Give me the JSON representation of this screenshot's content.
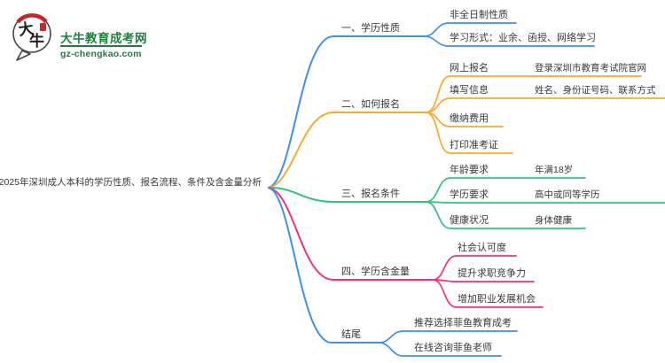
{
  "brand": {
    "name": "大牛教育成考网",
    "domain": "gz-chengkao.com",
    "bubble_char_1": "大",
    "bubble_char_2": "牛"
  },
  "main_topic": "2025年深圳成人本科的学历性质、报名流程、条件及含金量分析",
  "colors": {
    "blue": "#4191ea",
    "orange": "#fca92f",
    "green": "#33c57f",
    "pink": "#f0337c",
    "logo-green": "#1e7f3e",
    "logo-red": "#c9252c",
    "text-dark": "#383838"
  },
  "branches": [
    {
      "label": "一、学历性质",
      "color": "blue",
      "children": [
        {
          "label": "非全日制性质"
        },
        {
          "label": "学习形式：业余、函授、网络学习"
        }
      ]
    },
    {
      "label": "二、如何报名",
      "color": "orange",
      "children": [
        {
          "label": "网上报名",
          "children": [
            {
              "label": "登录深圳市教育考试院官网"
            }
          ]
        },
        {
          "label": "填写信息",
          "children": [
            {
              "label": "姓名、身份证号码、联系方式"
            }
          ]
        },
        {
          "label": "缴纳费用"
        },
        {
          "label": "打印准考证"
        }
      ]
    },
    {
      "label": "三、报名条件",
      "color": "green",
      "children": [
        {
          "label": "年龄要求",
          "children": [
            {
              "label": "年满18岁"
            }
          ]
        },
        {
          "label": "学历要求",
          "children": [
            {
              "label": "高中或同等学历"
            }
          ]
        },
        {
          "label": "健康状况",
          "children": [
            {
              "label": "身体健康"
            }
          ]
        }
      ]
    },
    {
      "label": "四、学历含金量",
      "color": "pink",
      "children": [
        {
          "label": "社会认可度"
        },
        {
          "label": "提升求职竞争力"
        },
        {
          "label": "增加职业发展机会"
        }
      ]
    },
    {
      "label": "结尾",
      "color": "blue",
      "children": [
        {
          "label": "推荐选择菲鱼教育成考"
        },
        {
          "label": "在线咨询菲鱼老师"
        }
      ]
    }
  ]
}
